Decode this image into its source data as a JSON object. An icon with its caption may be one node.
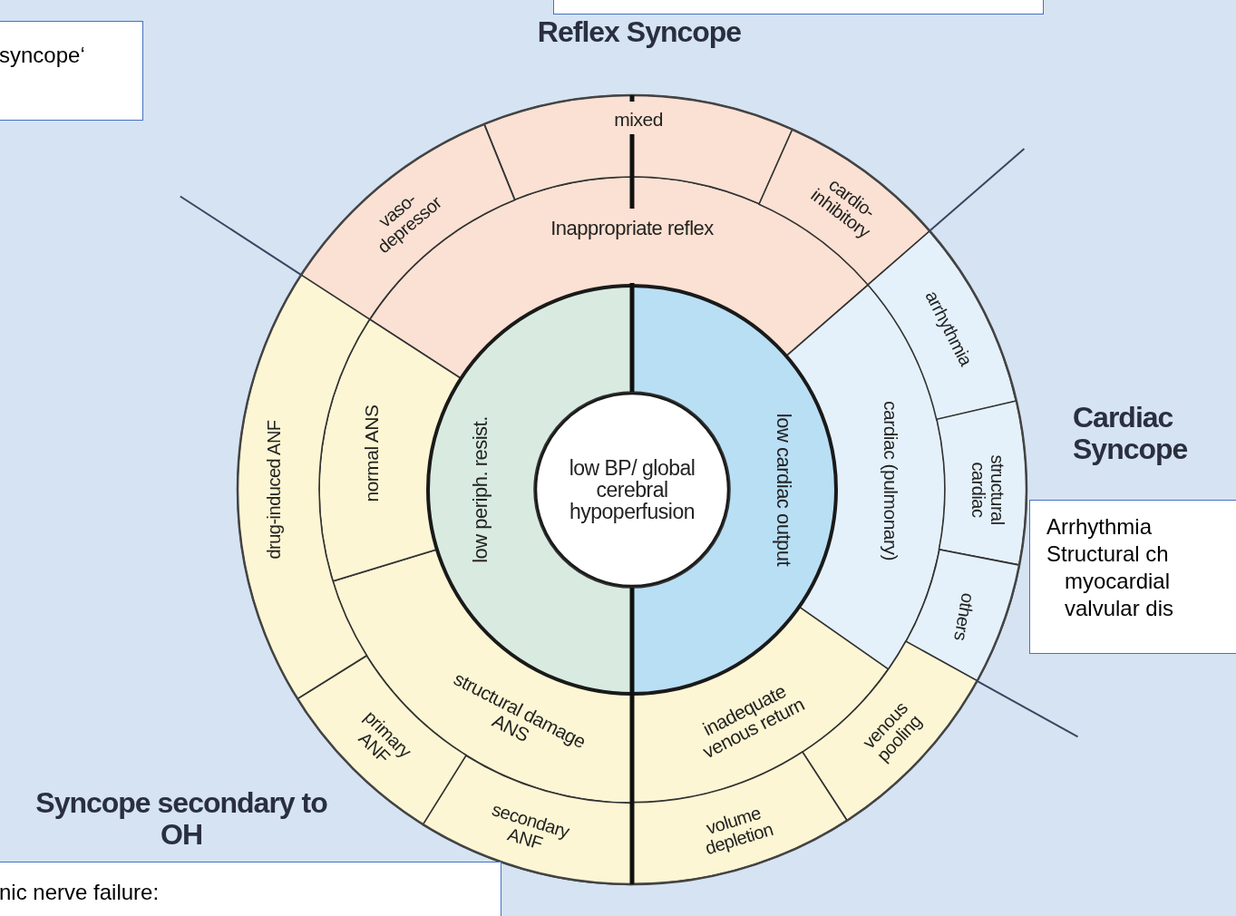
{
  "diagram": {
    "nodes": [
      {
        "text": [],
        "shape": "box"
      },
      {
        "text": [
          "syncope‘"
        ]
      },
      {
        "text": [
          "low BP/ global cerebral hypoperfusion"
        ]
      },
      {
        "text": [
          "low periph. resist."
        ]
      },
      {
        "text": [
          "low cardiac output"
        ]
      },
      {
        "text": [
          "Inappropriate reflex"
        ]
      },
      {
        "text": [
          "cardiac (pulmonary)"
        ]
      },
      {
        "text": [
          "inadequate venous return"
        ]
      },
      {
        "text": [
          "structural damage ANS"
        ]
      },
      {
        "text": [
          "normal ANS"
        ]
      },
      {
        "text": [
          "mixed"
        ]
      },
      {
        "text": [
          "vaso-depressor"
        ]
      },
      {
        "text": [
          "cardio-inhibitory"
        ]
      },
      {
        "text": [
          "arrhythmia"
        ]
      },
      {
        "text": [
          "structural cardiac"
        ]
      },
      {
        "text": [
          "others"
        ]
      },
      {
        "text": [
          "venous pooling"
        ]
      },
      {
        "text": [
          "volume depletion"
        ]
      },
      {
        "text": [
          "secondary ANF"
        ]
      },
      {
        "text": [
          "primary ANF"
        ]
      },
      {
        "text": [
          "drug-induced ANF"
        ]
      },
      {
        "text": [
          "Arrhythmia",
          "Structural ch",
          "myocardial",
          "valvular dis"
        ]
      },
      {
        "text": [
          "nic nerve failure:"
        ]
      }
    ],
    "edges": [],
    "labels": [
      "Reflex Syncope",
      "Cardiac Syncope",
      "Syncope secondary to OH"
    ]
  }
}
